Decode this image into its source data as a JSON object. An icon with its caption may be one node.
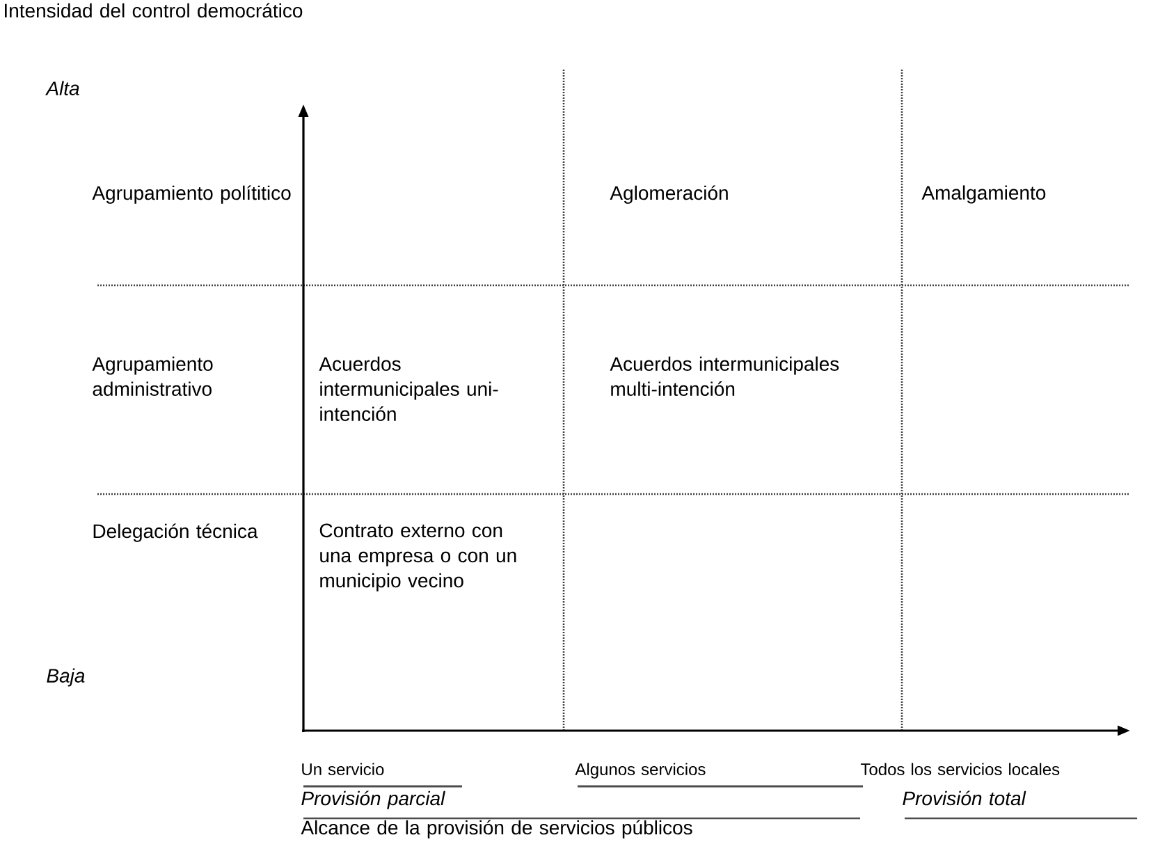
{
  "diagram": {
    "labels": [
      "Intensidad del control democrático",
      "Alta",
      "Agrupamiento polítitico",
      "Aglomeración",
      "Amalgamiento",
      "Agrupamiento administrativo",
      "Acuerdos intermunicipales uni-intención",
      "Acuerdos intermunicipales multi-intención",
      "Delegación técnica",
      "Contrato externo con una empresa o con un municipio vecino",
      "Baja",
      "Un servicio",
      "Algunos servicios",
      "Todos los servicios locales",
      "Provisión parcial",
      "Provisión total",
      "Alcance de la provisión de servicios públicos"
    ]
  }
}
